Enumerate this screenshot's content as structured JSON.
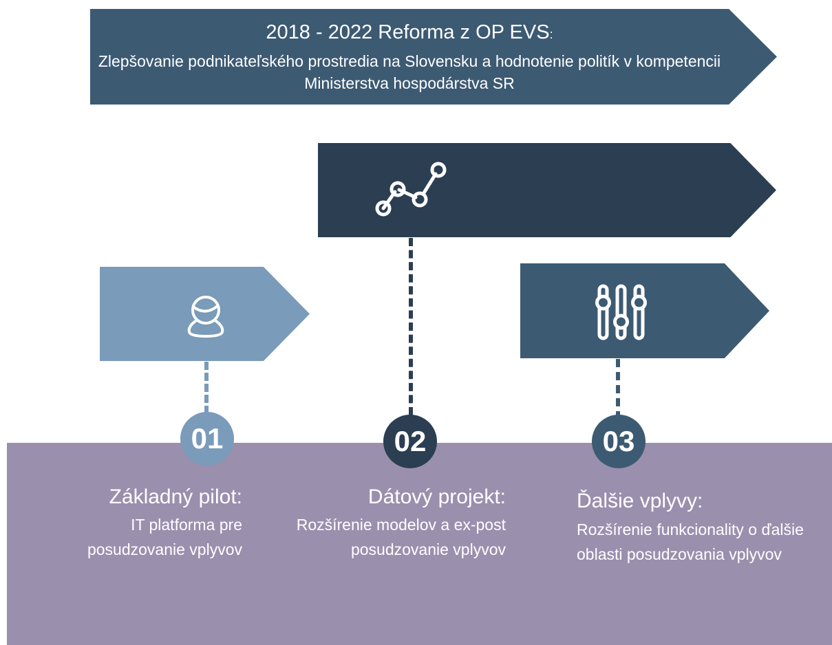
{
  "colors": {
    "banner": "#3d5a73",
    "arrow_data": "#2b3e52",
    "arrow_pilot": "#7a9bb9",
    "arrow_more": "#3d5a73",
    "bottom_panel": "#9b8fae",
    "badge_1": "#7a9bb9",
    "badge_2": "#2b3e52",
    "badge_3": "#3d5a73",
    "text_light": "#ffffff"
  },
  "banner": {
    "title": "2018 - 2022 Reforma z OP EVS",
    "title_suffix": ":",
    "subtitle": "Zlepšovanie podnikateľského prostredia na Slovensku a hodnotenie politík v kompetencii Ministerstva hospodárstva SR"
  },
  "icons": {
    "data_arrow": "line-chart-icon",
    "pilot_arrow": "user-icon",
    "more_arrow": "sliders-icon"
  },
  "steps": [
    {
      "number": "01",
      "heading": "Základný pilot:",
      "description": "IT platforma pre posudzovanie vplyvov"
    },
    {
      "number": "02",
      "heading": "Dátový projekt:",
      "description": "Rozšírenie modelov a ex-post posudzovanie vplyvov"
    },
    {
      "number": "03",
      "heading": "Ďalšie vplyvy:",
      "description": "Rozšírenie funkcionality o ďalšie oblasti posudzovania vplyvov"
    }
  ]
}
